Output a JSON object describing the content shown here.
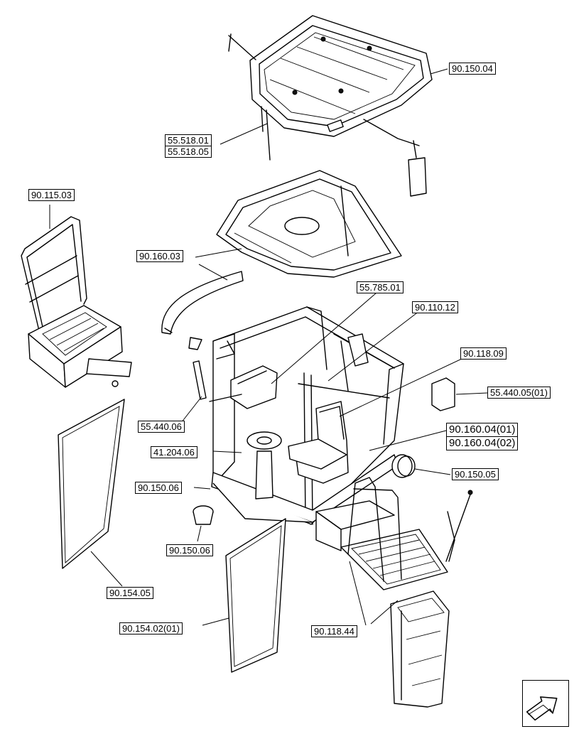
{
  "labels": {
    "l_90_150_04": "90.150.04",
    "l_55_518_01": "55.518.01",
    "l_55_518_05": "55.518.05",
    "l_90_115_03": "90.115.03",
    "l_90_160_03": "90.160.03",
    "l_55_785_01": "55.785.01",
    "l_90_110_12": "90.110.12",
    "l_90_118_09": "90.118.09",
    "l_55_440_05_01": "55.440.05(01)",
    "l_55_440_06": "55.440.06",
    "l_90_160_04_01": "90.160.04(01)",
    "l_90_160_04_02": "90.160.04(02)",
    "l_41_204_06": "41.204.06",
    "l_90_150_05": "90.150.05",
    "l_90_150_06_a": "90.150.06",
    "l_90_150_06_b": "90.150.06",
    "l_90_154_05": "90.154.05",
    "l_90_154_02_01": "90.154.02(01)",
    "l_90_118_44": "90.118.44"
  },
  "icons": {
    "nav": "next-page-arrow-icon"
  }
}
